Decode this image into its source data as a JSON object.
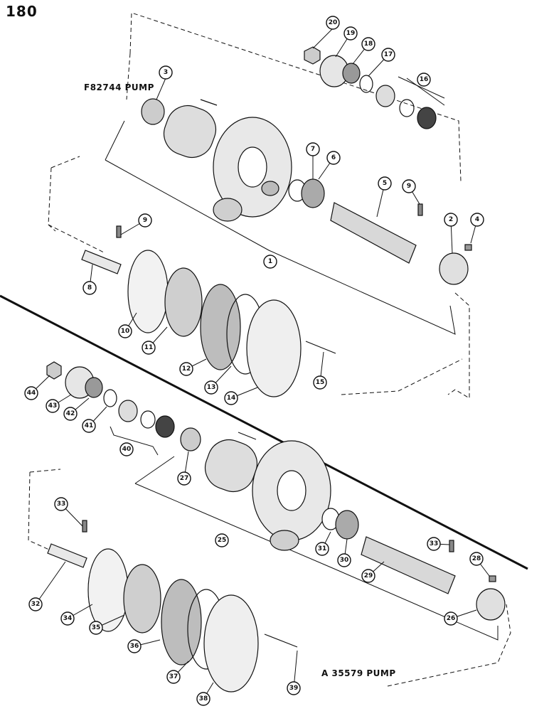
{
  "page": {
    "number": "180"
  },
  "labels": {
    "pump_a": "F82744 PUMP",
    "pump_b": "A 35579 PUMP"
  },
  "callouts": [
    "1",
    "2",
    "3",
    "4",
    "5",
    "6",
    "7",
    "8",
    "9",
    "9",
    "10",
    "11",
    "12",
    "13",
    "14",
    "15",
    "16",
    "17",
    "18",
    "19",
    "20",
    "25",
    "26",
    "27",
    "28",
    "29",
    "30",
    "31",
    "32",
    "33",
    "33",
    "34",
    "35",
    "36",
    "37",
    "38",
    "39",
    "40",
    "41",
    "42",
    "43",
    "44"
  ]
}
